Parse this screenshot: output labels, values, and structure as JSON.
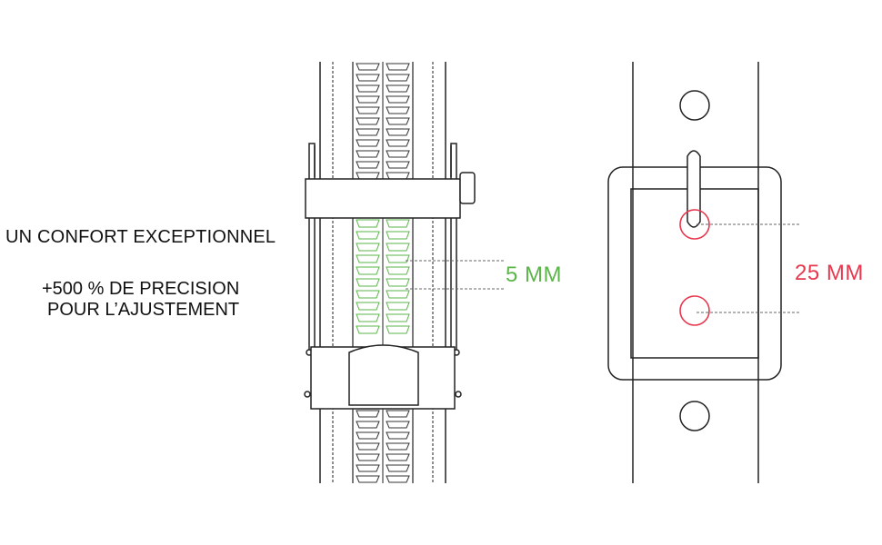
{
  "headline": "UN CONFORT EXCEPTIONNEL",
  "precision_line1": "+500 % DE PRECISION",
  "precision_line2": "POUR L’AJUSTEMENT",
  "ratchet_label": "5 MM",
  "holes_label": "25 MM",
  "colors": {
    "ratchet": "#5bb548",
    "holes": "#e8384f",
    "ink": "#111111"
  }
}
